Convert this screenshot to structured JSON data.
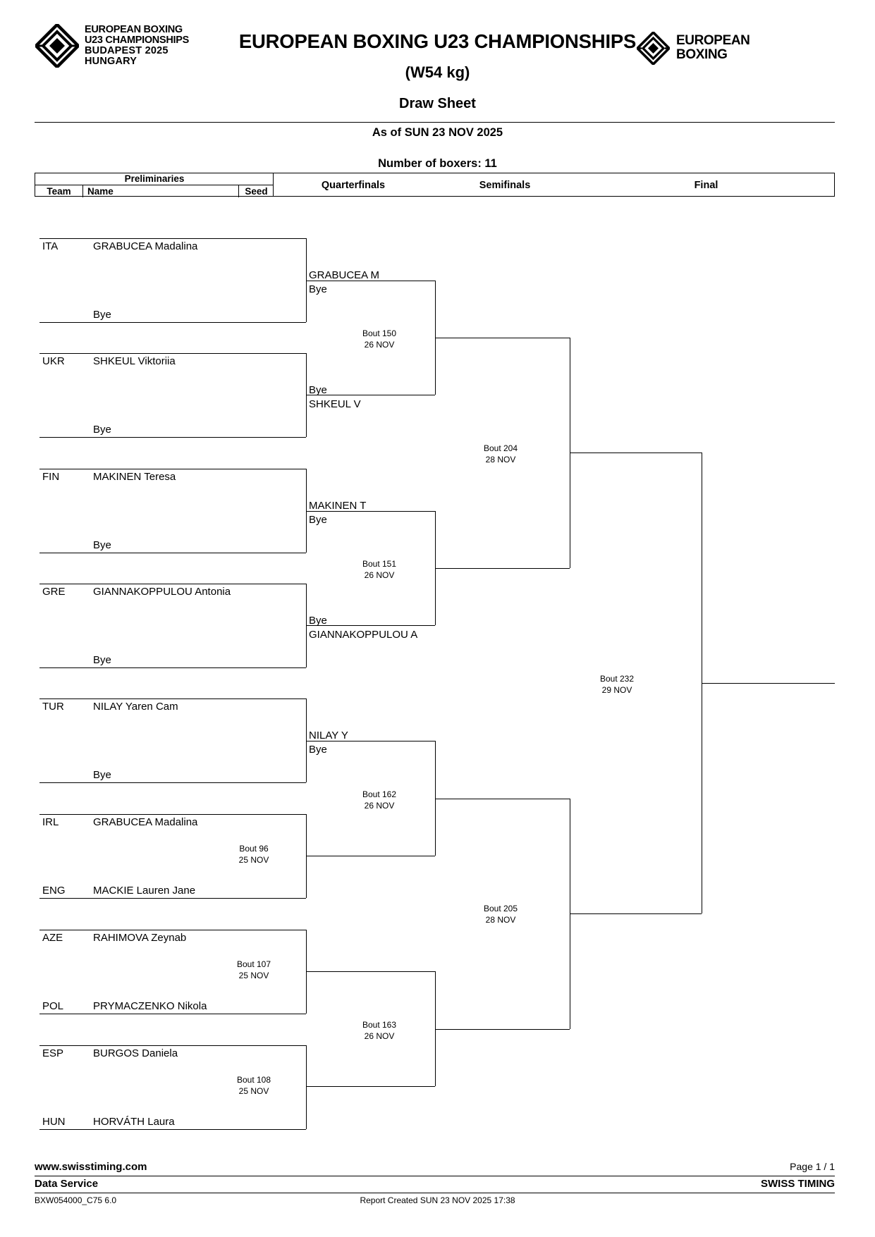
{
  "header": {
    "event_logo": {
      "line1": "EUROPEAN BOXING",
      "line2": "U23 CHAMPIONSHIPS",
      "line3": "BUDAPEST 2025",
      "line4": "HUNGARY"
    },
    "federation_logo": {
      "line1": "EUROPEAN",
      "line2": "BOXING"
    },
    "title": "EUROPEAN BOXING U23 CHAMPIONSHIPS",
    "category": "(W54 kg)",
    "document": "Draw Sheet",
    "as_of": "As of SUN 23 NOV 2025",
    "boxer_count": "Number of boxers: 11"
  },
  "columns": {
    "preliminaries": "Preliminaries",
    "team": "Team",
    "name": "Name",
    "seed": "Seed",
    "quarterfinals": "Quarterfinals",
    "semifinals": "Semifinals",
    "final": "Final"
  },
  "bracket": {
    "preliminaries": [
      {
        "team": "ITA",
        "name": "GRABUCEA Madalina",
        "seed": "",
        "opponent": "Bye"
      },
      {
        "team": "UKR",
        "name": "SHKEUL Viktoriia",
        "seed": "",
        "opponent": "Bye"
      },
      {
        "team": "FIN",
        "name": "MAKINEN Teresa",
        "seed": "",
        "opponent": "Bye"
      },
      {
        "team": "GRE",
        "name": "GIANNAKOPPULOU Antonia",
        "seed": "",
        "opponent": "Bye"
      },
      {
        "team": "TUR",
        "name": "NILAY Yaren Cam",
        "seed": "",
        "opponent": "Bye"
      },
      {
        "team": "IRL",
        "name": "GRABUCEA Madalina",
        "seed": ""
      },
      {
        "team": "ENG",
        "name": "MACKIE Lauren Jane",
        "seed": ""
      },
      {
        "team": "AZE",
        "name": "RAHIMOVA Zeynab",
        "seed": ""
      },
      {
        "team": "POL",
        "name": "PRYMACZENKO Nikola",
        "seed": ""
      },
      {
        "team": "ESP",
        "name": "BURGOS Daniela",
        "seed": ""
      },
      {
        "team": "HUN",
        "name": "HORVÁTH Laura",
        "seed": ""
      }
    ],
    "prelim_bouts": [
      {
        "bout": "Bout  96",
        "date": "25 NOV"
      },
      {
        "bout": "Bout  107",
        "date": "25 NOV"
      },
      {
        "bout": "Bout  108",
        "date": "25 NOV"
      }
    ],
    "quarterfinals": [
      {
        "top": "GRABUCEA M",
        "bottom": "Bye",
        "bout": "Bout  150",
        "date": "26 NOV"
      },
      {
        "top": "Bye",
        "bottom": "SHKEUL V",
        "bout": "",
        "date": ""
      },
      {
        "top": "MAKINEN T",
        "bottom": "Bye",
        "bout": "Bout  151",
        "date": "26 NOV"
      },
      {
        "top": "Bye",
        "bottom": "GIANNAKOPPULOU A",
        "bout": "",
        "date": ""
      },
      {
        "top": "NILAY Y",
        "bottom": "Bye",
        "bout": "Bout  162",
        "date": "26 NOV"
      },
      {
        "top": "",
        "bottom": "",
        "bout": "Bout  163",
        "date": "26 NOV"
      }
    ],
    "semifinals": [
      {
        "bout": "Bout  204",
        "date": "28 NOV"
      },
      {
        "bout": "Bout  205",
        "date": "28 NOV"
      }
    ],
    "final": {
      "bout": "Bout  232",
      "date": "29 NOV"
    }
  },
  "footer": {
    "website": "www.swisstiming.com",
    "data_service": "Data Service",
    "page": "Page 1 / 1",
    "company": "SWISS TIMING",
    "report_code": "BXW054000_C75 6.0",
    "report_created": "Report Created  SUN 23 NOV 2025 17:38"
  }
}
